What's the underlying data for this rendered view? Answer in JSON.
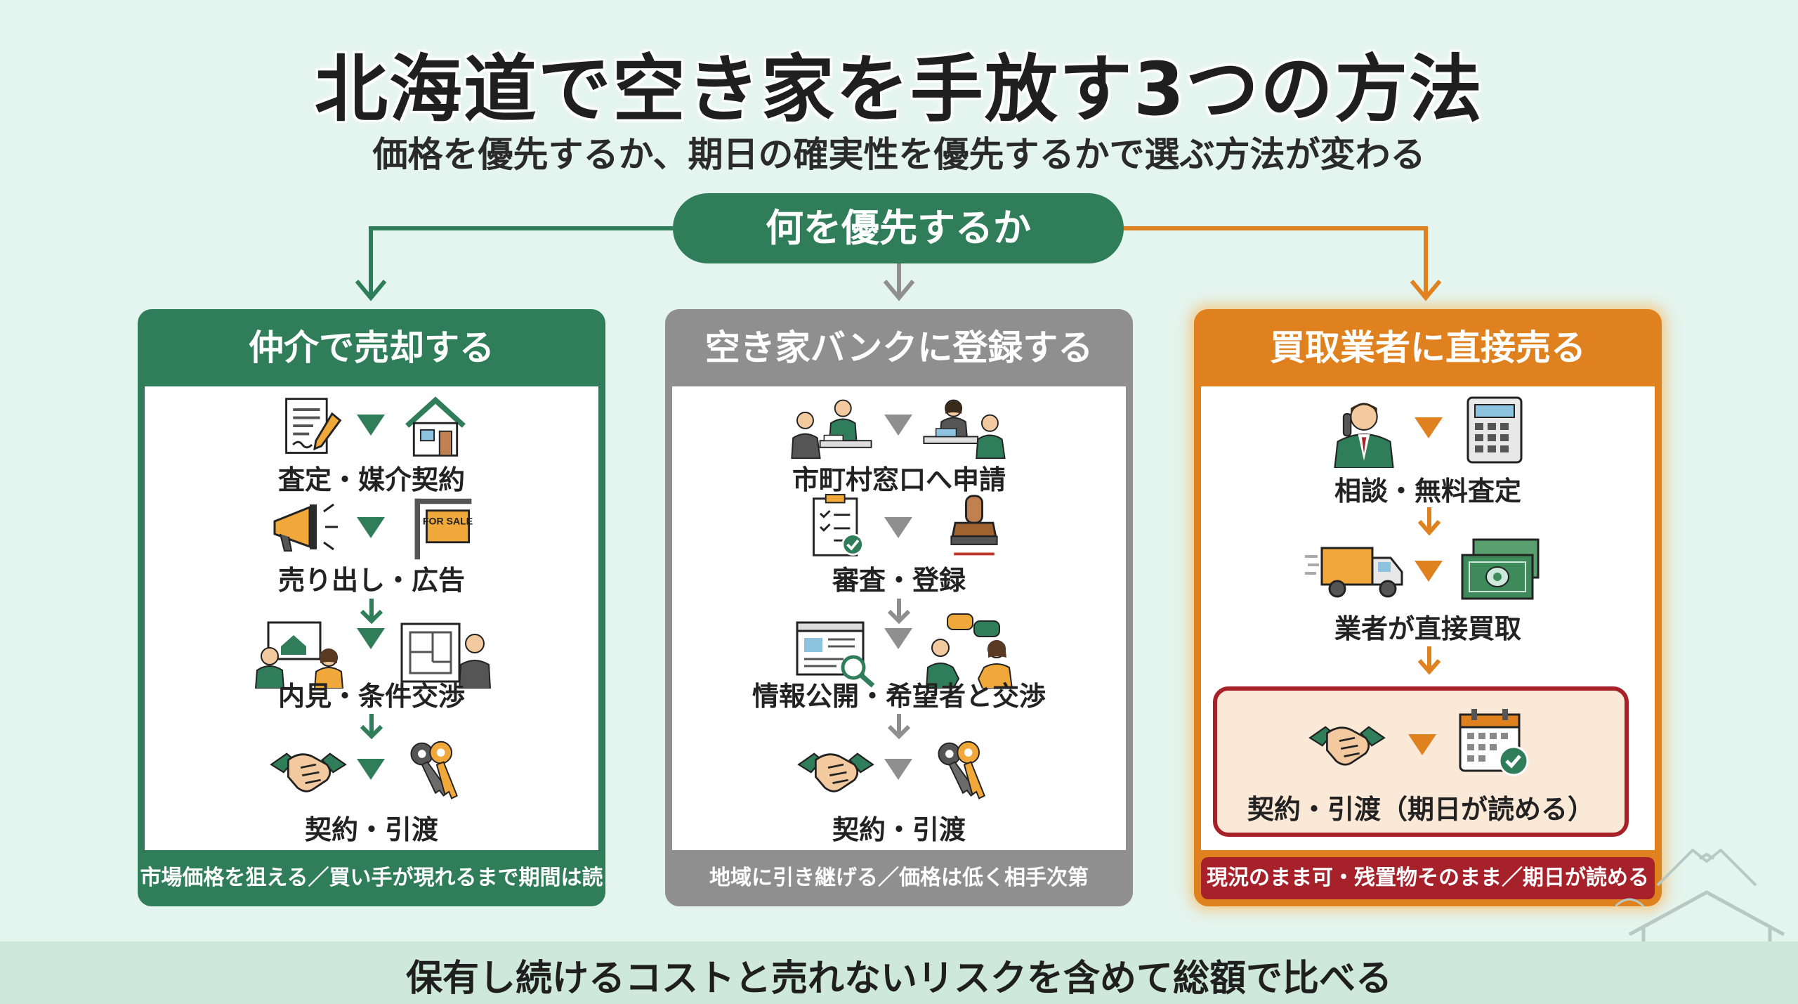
{
  "title": "北海道で空き家を手放す3つの方法",
  "subtitle": "価格を優先するか、期日の確実性を優先するかで選ぶ方法が変わる",
  "priority_label": "何を優先するか",
  "colors": {
    "green": "#2f7d59",
    "gray": "#8f8f8f",
    "orange": "#e0811f",
    "red": "#a6212a",
    "background": "#e4f4ee"
  },
  "cards": [
    {
      "title": "仲介で売却する",
      "steps": [
        {
          "label": "査定・媒介契約",
          "icons": [
            "document-pen-icon",
            "house-icon"
          ]
        },
        {
          "label": "売り出し・広告",
          "icons": [
            "megaphone-icon",
            "for-sale-sign-icon"
          ]
        },
        {
          "label": "内見・条件交渉",
          "icons": [
            "viewing-couple-icon",
            "floorplan-agent-icon"
          ]
        },
        {
          "label": "契約・引渡",
          "icons": [
            "handshake-icon",
            "keys-icon"
          ]
        }
      ],
      "for_sale_sign": "FOR SALE",
      "footer": "市場価格を狙える／買い手が現れるまで期間は読めない"
    },
    {
      "title": "空き家バンクに登録する",
      "steps": [
        {
          "label": "市町村窓口へ申請",
          "icons": [
            "counter-applicant-icon",
            "counter-staff-icon"
          ]
        },
        {
          "label": "審査・登録",
          "icons": [
            "checklist-icon",
            "stamp-icon"
          ]
        },
        {
          "label": "情報公開・希望者と交渉",
          "icons": [
            "web-listing-search-icon",
            "negotiation-icon"
          ]
        },
        {
          "label": "契約・引渡",
          "icons": [
            "handshake-icon",
            "keys-icon"
          ]
        }
      ],
      "footer": "地域に引き継げる／価格は低く相手次第"
    },
    {
      "title": "買取業者に直接売る",
      "steps": [
        {
          "label": "相談・無料査定",
          "icons": [
            "phone-businessman-icon",
            "calculator-icon"
          ]
        },
        {
          "label": "業者が直接買取",
          "icons": [
            "truck-icon",
            "cash-icon"
          ]
        },
        {
          "label": "契約・引渡（期日が読める）",
          "icons": [
            "handshake-icon",
            "calendar-check-icon"
          ]
        }
      ],
      "footer": "現況のまま可・残置物そのまま／期日が読める"
    }
  ],
  "bottom_note": "保有し続けるコストと売れないリスクを含めて総額で比べる"
}
